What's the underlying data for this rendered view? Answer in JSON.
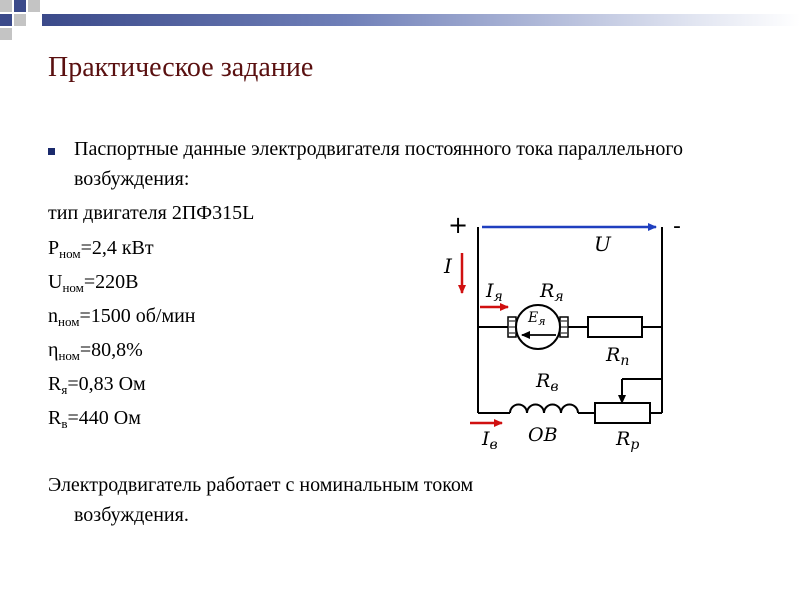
{
  "slide": {
    "title": "Практическое задание",
    "intro": "Паспортные данные электродвигателя постоянного тока параллельного возбуждения:",
    "motor_type": "тип двигателя 2ПФ315L",
    "specs": [
      {
        "symbol": "P",
        "sub": "ном",
        "value": "=2,4 кВт"
      },
      {
        "symbol": "U",
        "sub": "ном",
        "value": "=220В"
      },
      {
        "symbol": "n",
        "sub": "ном",
        "value": "=1500 об/мин"
      },
      {
        "symbol": "η",
        "sub": "ном",
        "value": "=80,8%"
      },
      {
        "symbol": "R",
        "sub": "я",
        "value": "=0,83 Ом"
      },
      {
        "symbol": "R",
        "sub": "в",
        "value": "=440 Ом"
      }
    ],
    "footer_line1": "Электродвигатель работает с номинальным током",
    "footer_line2": "возбуждения."
  },
  "circuit": {
    "plus": "+",
    "minus": "-",
    "voltage": "U",
    "current_total": "I",
    "armature_current": "I",
    "armature_current_sub": "я",
    "armature_resistance": "R",
    "armature_resistance_sub": "я",
    "emf": "E",
    "emf_sub": "я",
    "starting_resistor": "R",
    "starting_resistor_sub": "п",
    "field_resistance": "R",
    "field_resistance_sub": "в",
    "field_winding": "ОВ",
    "field_current": "I",
    "field_current_sub": "в",
    "regulating_resistor": "R",
    "regulating_resistor_sub": "р"
  },
  "colors": {
    "title": "#5a1010",
    "bullet": "#1a2a6c",
    "arrow_blue": "#1f3fbf",
    "arrow_red": "#d01010",
    "decor_gray": "#c4c4c4",
    "decor_blue": "#3b4a8a"
  }
}
